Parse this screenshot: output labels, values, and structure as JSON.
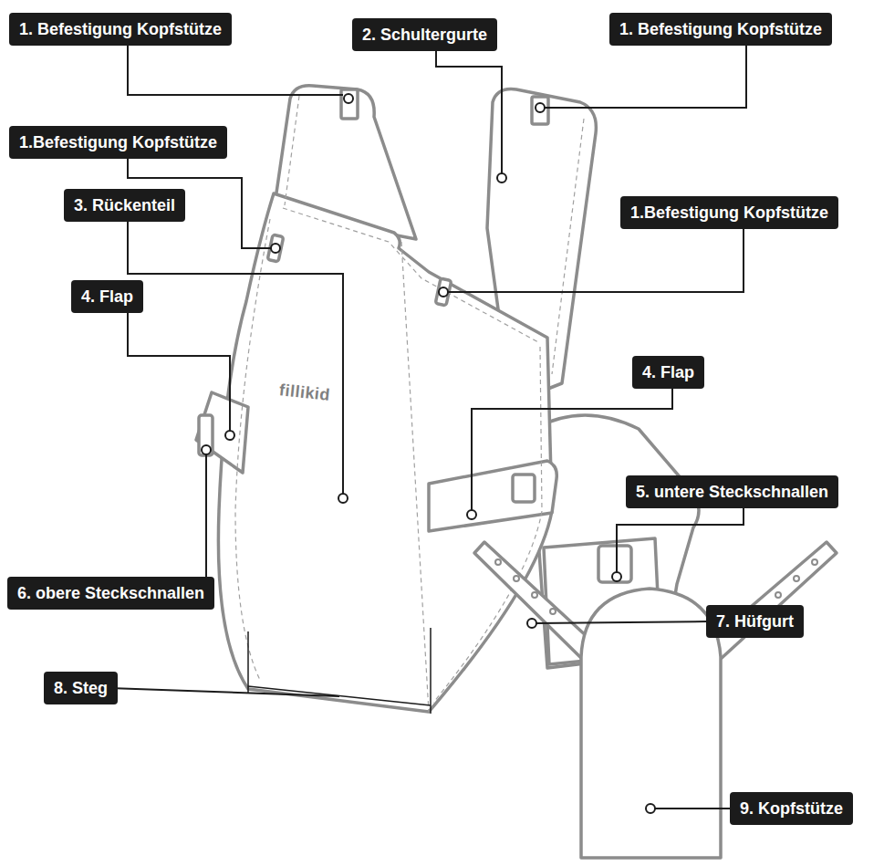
{
  "diagram": {
    "nodes": [
      {
        "text": [
          "1. Befestigung Kopfstütze"
        ]
      },
      {
        "text": [
          "2. Schultergurte"
        ]
      },
      {
        "text": [
          "1. Befestigung Kopfstütze"
        ]
      },
      {
        "text": [
          "1.Befestigung Kopfstütze"
        ]
      },
      {
        "text": [
          "3. Rückenteil"
        ]
      },
      {
        "text": [
          "1.Befestigung Kopfstütze"
        ]
      },
      {
        "text": [
          "4. Flap"
        ]
      },
      {
        "text": [
          "4. Flap"
        ]
      },
      {
        "text": [
          "5. untere Steckschnallen"
        ]
      },
      {
        "text": [
          "6. obere Steckschnallen"
        ]
      },
      {
        "text": [
          "7. Hüfgurt"
        ]
      },
      {
        "text": [
          "8. Steg"
        ]
      },
      {
        "text": [
          "9. Kopfstütze"
        ]
      }
    ],
    "labels": [
      "fillikid"
    ]
  }
}
